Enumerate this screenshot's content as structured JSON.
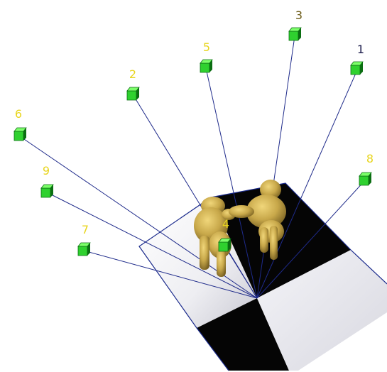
{
  "colors": {
    "background": "#ffffff",
    "camera_cube": "#2fd12f",
    "camera_cube_dark": "#0b6e12",
    "camera_cube_light": "#7cff6a",
    "ray_line": "#1e2a8a",
    "floor_border": "#1a2a8c",
    "floor_dark": "#050505",
    "floor_light": "#f2f2f5",
    "figure_gold": "#c8a84a",
    "label_yellow": "#e8d51e",
    "label_dark_olive": "#6b5a16",
    "label_navy": "#1a1a4a"
  },
  "cameras": [
    {
      "id": "cam-1",
      "label": "1",
      "label_color": "label_navy"
    },
    {
      "id": "cam-2",
      "label": "2",
      "label_color": "label_yellow"
    },
    {
      "id": "cam-3",
      "label": "3",
      "label_color": "label_dark_olive"
    },
    {
      "id": "cam-4",
      "label": "4",
      "label_color": "label_yellow"
    },
    {
      "id": "cam-5",
      "label": "5",
      "label_color": "label_yellow"
    },
    {
      "id": "cam-6",
      "label": "6",
      "label_color": "label_yellow"
    },
    {
      "id": "cam-7",
      "label": "7",
      "label_color": "label_yellow"
    },
    {
      "id": "cam-8",
      "label": "8",
      "label_color": "label_yellow"
    },
    {
      "id": "cam-9",
      "label": "9",
      "label_color": "label_yellow"
    }
  ]
}
